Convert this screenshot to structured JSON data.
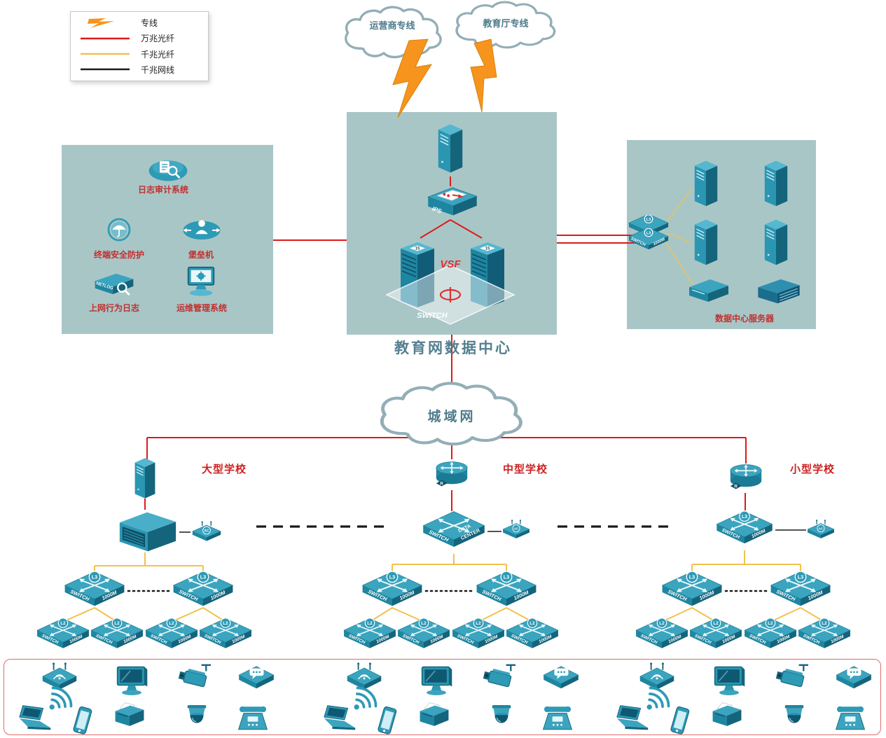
{
  "legend": {
    "items": [
      {
        "label": "专线",
        "color": "#f7941d"
      },
      {
        "label": "万兆光纤",
        "color": "#dd1a1a"
      },
      {
        "label": "千兆光纤",
        "color": "#f2c14e"
      },
      {
        "label": "千兆网线",
        "color": "#1a1a1a"
      }
    ]
  },
  "clouds": {
    "carrier": "运营商专线",
    "education": "教育厅专线",
    "man": "城域网"
  },
  "datacenter": {
    "title": "教育网数据中心"
  },
  "security_zone": {
    "items": [
      {
        "label": "日志审计系统"
      },
      {
        "label": "终端安全防护"
      },
      {
        "label": "堡垒机"
      },
      {
        "label": "上网行为日志"
      },
      {
        "label": "运维管理系统"
      }
    ]
  },
  "server_zone": {
    "label": "数据中心服务器"
  },
  "schools": [
    {
      "name": "大型学校"
    },
    {
      "name": "中型学校"
    },
    {
      "name": "小型学校"
    }
  ],
  "labels": {
    "switch": "SWITCH",
    "speed": "1000M",
    "l3": "L3",
    "l2": "L2",
    "ac": "AC",
    "vsf": "VSF",
    "ips": "IPS",
    "data": "DATA",
    "center": "CENTER",
    "router": "R",
    "unit": "15",
    "netlog": "NETLOG"
  },
  "terminal_devices": [
    "wireless-ap",
    "wifi-signal",
    "laptop",
    "smartphone",
    "desktop-monitor",
    "printer",
    "ptz-camera",
    "dome-camera",
    "voice-terminal",
    "ip-phone"
  ]
}
